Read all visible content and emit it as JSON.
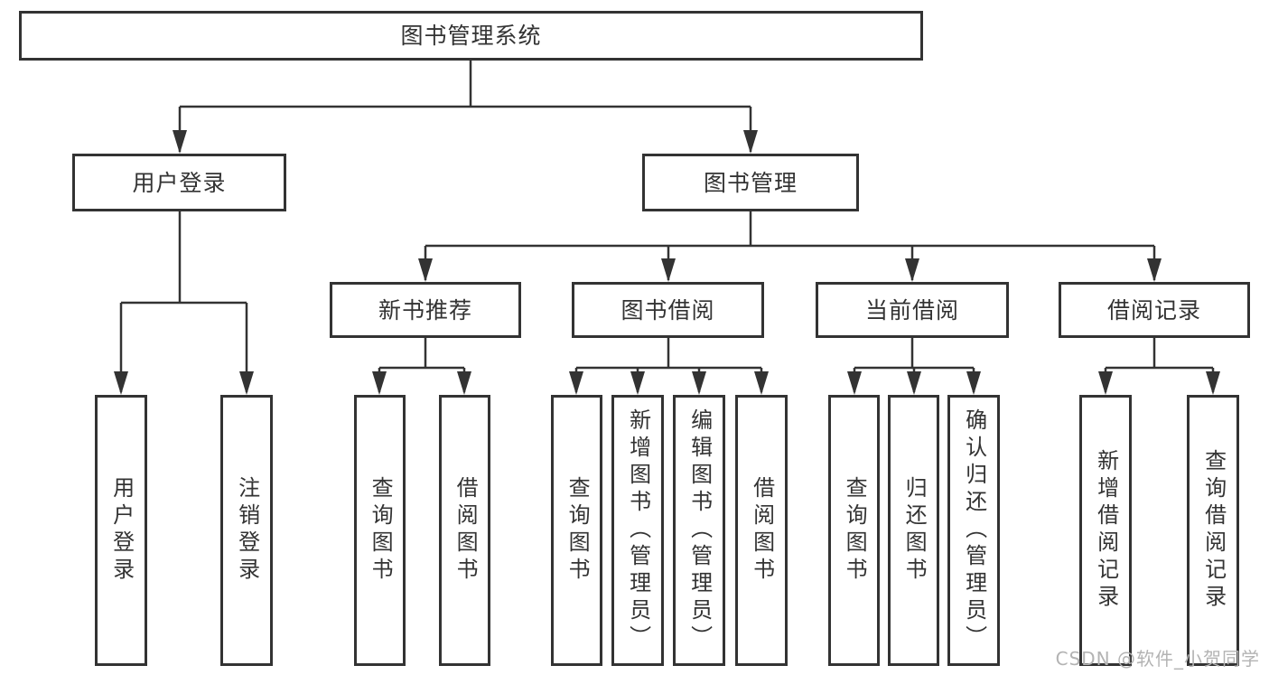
{
  "diagram": {
    "title_node": "图书管理系统",
    "nodes": {
      "root": "图书管理系统",
      "user_login": "用户登录",
      "book_management": "图书管理",
      "new_book_recommend": "新书推荐",
      "book_borrow": "图书借阅",
      "current_borrow": "当前借阅",
      "borrow_record": "借阅记录",
      "leaf_user_login": "用户登录",
      "leaf_logout": "注销登录",
      "leaf_rec_query_books": "查询图书",
      "leaf_rec_borrow_books": "借阅图书",
      "leaf_bb_query_books": "查询图书",
      "leaf_bb_add_books": "新增图书（管理员）",
      "leaf_bb_edit_books": "编辑图书（管理员）",
      "leaf_bb_borrow_books": "借阅图书",
      "leaf_cb_query_books": "查询图书",
      "leaf_cb_return_books": "归还图书",
      "leaf_cb_confirm_return": "确认归还（管理员）",
      "leaf_br_add_record": "新增借阅记录",
      "leaf_br_query_record": "查询借阅记录"
    },
    "colors": {
      "stroke": "#333333",
      "text": "#333333",
      "background": "#ffffff",
      "watermark": "#b3b3b3"
    }
  },
  "watermark": {
    "text": "CSDN @软件_小贺同学"
  }
}
